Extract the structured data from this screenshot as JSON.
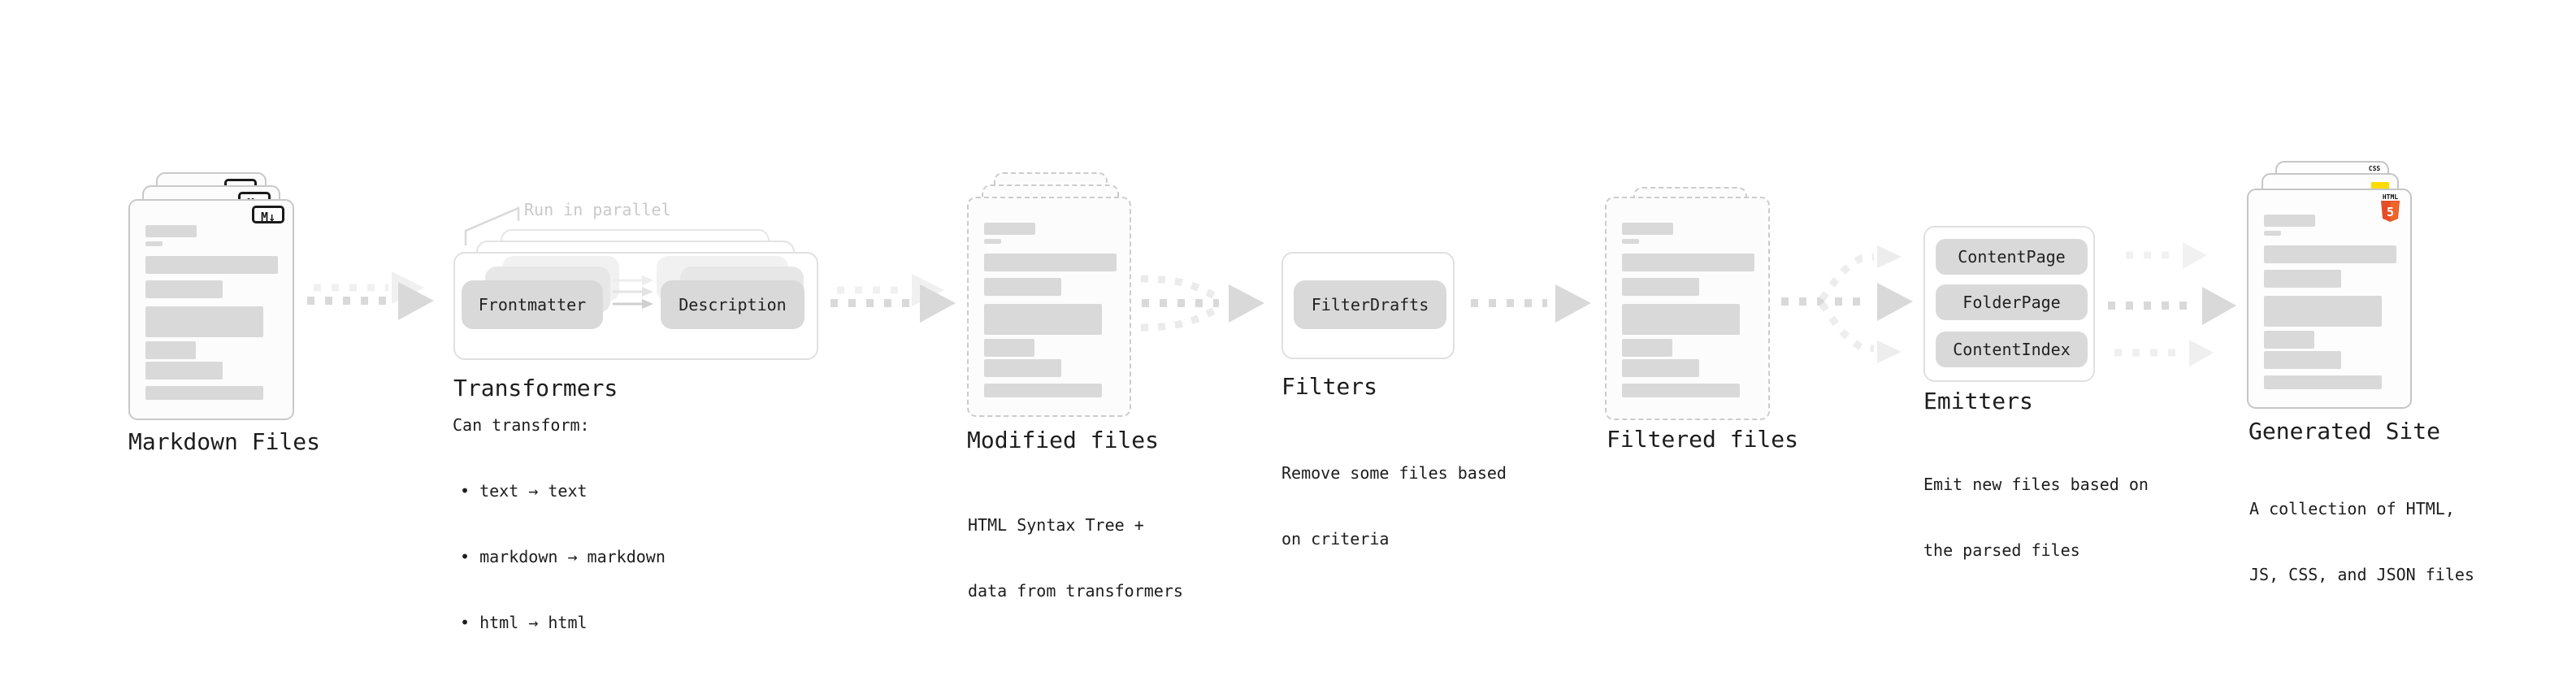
{
  "colors": {
    "text": "#1d1d1d",
    "muted_note": "#c9c9c9",
    "placeholder_bar": "#d9d9d9",
    "pill_bg": "#d9d9d9",
    "arrow": "#d9d9d9",
    "html5_orange": "#e44d26",
    "html5_orange_light": "#f16529",
    "js_yellow": "#ffdb00",
    "css_blue": "#2760e5"
  },
  "stages": {
    "markdown": {
      "title": "Markdown Files",
      "badge": "M↓"
    },
    "transformers": {
      "note": "Run in parallel",
      "pill_left": "Frontmatter",
      "pill_right": "Description",
      "title": "Transformers",
      "desc_heading": "Can transform:",
      "bullets": [
        "• text → text",
        "• markdown → markdown",
        "• html → html"
      ]
    },
    "modified": {
      "title": "Modified files",
      "subtitle": [
        "HTML Syntax Tree +",
        "data from transformers"
      ]
    },
    "filters": {
      "pill": "FilterDrafts",
      "title": "Filters",
      "subtitle": [
        "Remove some files based",
        "on criteria"
      ]
    },
    "filtered": {
      "title": "Filtered files"
    },
    "emitters": {
      "pills": [
        "ContentPage",
        "FolderPage",
        "ContentIndex"
      ],
      "title": "Emitters",
      "subtitle": [
        "Emit new files based on",
        "the parsed files"
      ]
    },
    "generated": {
      "title": "Generated Site",
      "subtitle": [
        "A collection of HTML,",
        "JS, CSS, and JSON files"
      ],
      "css_badge": "CSS",
      "html_badge_label": "HTML",
      "html_badge_number": "5"
    }
  }
}
